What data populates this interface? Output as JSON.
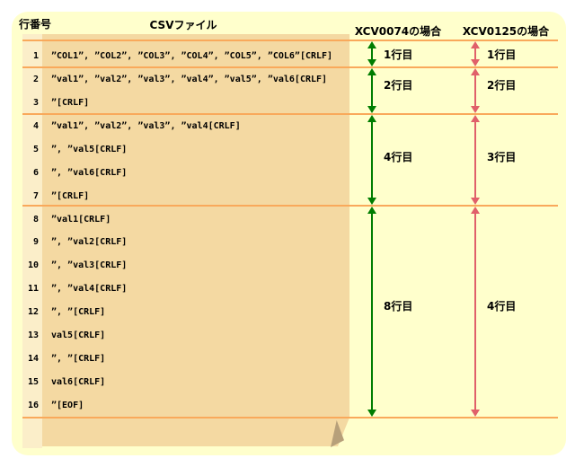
{
  "table": {
    "row_number_header": "行番号",
    "csv_file_header": "CSVファイル",
    "rows": [
      {
        "num": "1",
        "text": "”COL1”, ”COL2”, ”COL3”, ”COL4”, ”COL5”, ”COL6”[CRLF]"
      },
      {
        "num": "2",
        "text": "”val1”, ”val2”, ”val3”, ”val4”, ”val5”, ”val6[CRLF]"
      },
      {
        "num": "3",
        "text": "”[CRLF]"
      },
      {
        "num": "4",
        "text": "”val1”, ”val2”, ”val3”, ”val4[CRLF]"
      },
      {
        "num": "5",
        "text": "”, ”val5[CRLF]"
      },
      {
        "num": "6",
        "text": "”, ”val6[CRLF]"
      },
      {
        "num": "7",
        "text": "”[CRLF]"
      },
      {
        "num": "8",
        "text": "”val1[CRLF]"
      },
      {
        "num": "9",
        "text": "”, ”val2[CRLF]"
      },
      {
        "num": "10",
        "text": "”, ”val3[CRLF]"
      },
      {
        "num": "11",
        "text": "”, ”val4[CRLF]"
      },
      {
        "num": "12",
        "text": "”, ”[CRLF]"
      },
      {
        "num": "13",
        "text": "val5[CRLF]"
      },
      {
        "num": "14",
        "text": "”, ”[CRLF]"
      },
      {
        "num": "15",
        "text": "val6[CRLF]"
      },
      {
        "num": "16",
        "text": "”[EOF]"
      }
    ]
  },
  "annotations": {
    "xcv0074": {
      "title": "XCV0074の場合",
      "arrow_color": "#007d00",
      "segments": [
        "1行目",
        "2行目",
        "4行目",
        "8行目"
      ]
    },
    "xcv0125": {
      "title": "XCV0125の場合",
      "arrow_color": "#e0606a",
      "segments": [
        "1行目",
        "2行目",
        "3行目",
        "4行目"
      ]
    }
  },
  "colors": {
    "panel_background": "#ffffcc",
    "csv_page": "#f4d9a2",
    "number_strip": "#fbeec9",
    "divider_line": "#f9a95b",
    "fold": "#b7a07a"
  }
}
